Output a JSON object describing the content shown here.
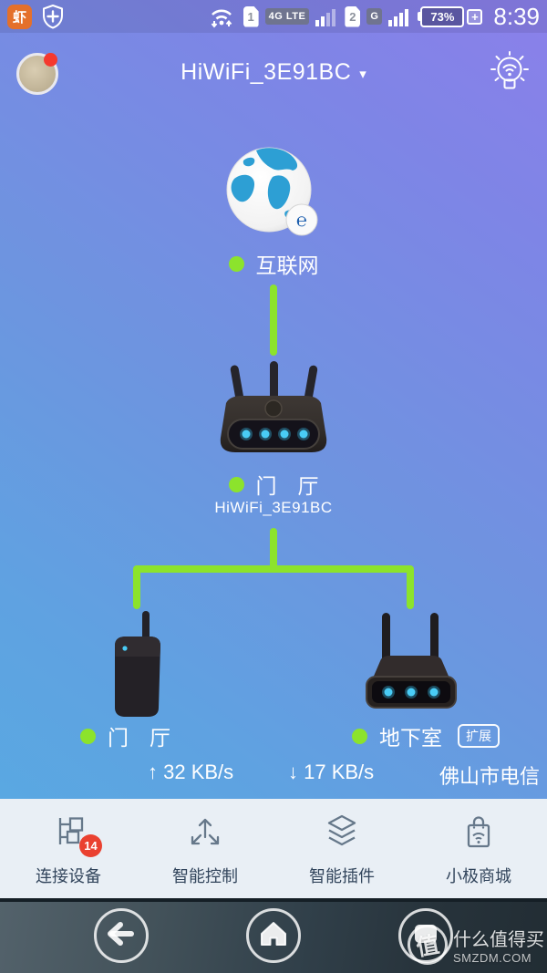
{
  "status_bar": {
    "app_glyph": "虾",
    "time": "8:39",
    "battery": "73%",
    "battery_plus": "+",
    "sim1": {
      "slot": "1",
      "network": "4G LTE"
    },
    "sim2": {
      "slot": "2",
      "network": "G"
    }
  },
  "header": {
    "title": "HiWiFi_3E91BC",
    "caret": "▾"
  },
  "topology": {
    "internet": {
      "label": "互联网"
    },
    "router": {
      "label": "门　厅",
      "ssid": "HiWiFi_3E91BC"
    },
    "devices": [
      {
        "label": "门　厅"
      },
      {
        "label": "地下室",
        "badge": "扩展"
      }
    ],
    "upload": {
      "arrow": "↑",
      "value": "32 KB/s"
    },
    "download": {
      "arrow": "↓",
      "value": "17 KB/s"
    },
    "isp": "佛山市电信"
  },
  "tab_bar": {
    "items": [
      {
        "label": "连接设备",
        "badge": "14"
      },
      {
        "label": "智能控制"
      },
      {
        "label": "智能插件"
      },
      {
        "label": "小极商城"
      }
    ]
  },
  "watermark": {
    "logo": "值",
    "title": "什么值得买",
    "domain": "SMZDM.COM"
  },
  "colors": {
    "accent_green": "#8ce32c",
    "badge_red": "#ea4130",
    "led_blue": "#3ac3f2",
    "gradient_top": "#8b80ea",
    "gradient_bottom": "#55ade2"
  }
}
